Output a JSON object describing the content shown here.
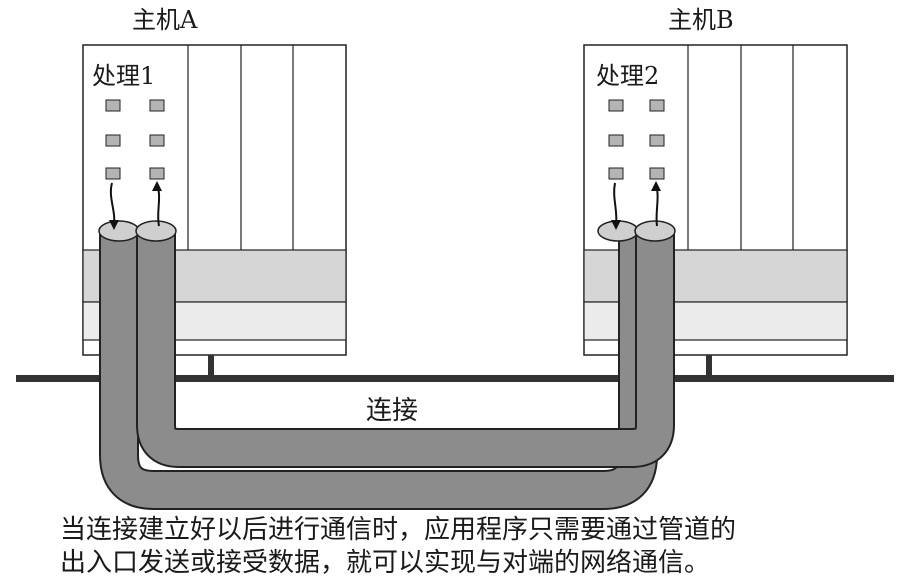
{
  "hosts": [
    {
      "title": "主机A",
      "process": "处理1"
    },
    {
      "title": "主机B",
      "process": "处理2"
    }
  ],
  "connection_label": "连接",
  "caption": {
    "line1": "当连接建立好以后进行通信时，应用程序只需要通过管道的",
    "line2": "出入口发送或接受数据，就可以实现与对端的网络通信。"
  },
  "colors": {
    "pipe": "#8c8c8c",
    "pipe_end": "#cfcfcf",
    "band": "#d6d6d6",
    "led": "#b4b4b4",
    "line": "#1a1a1a"
  }
}
